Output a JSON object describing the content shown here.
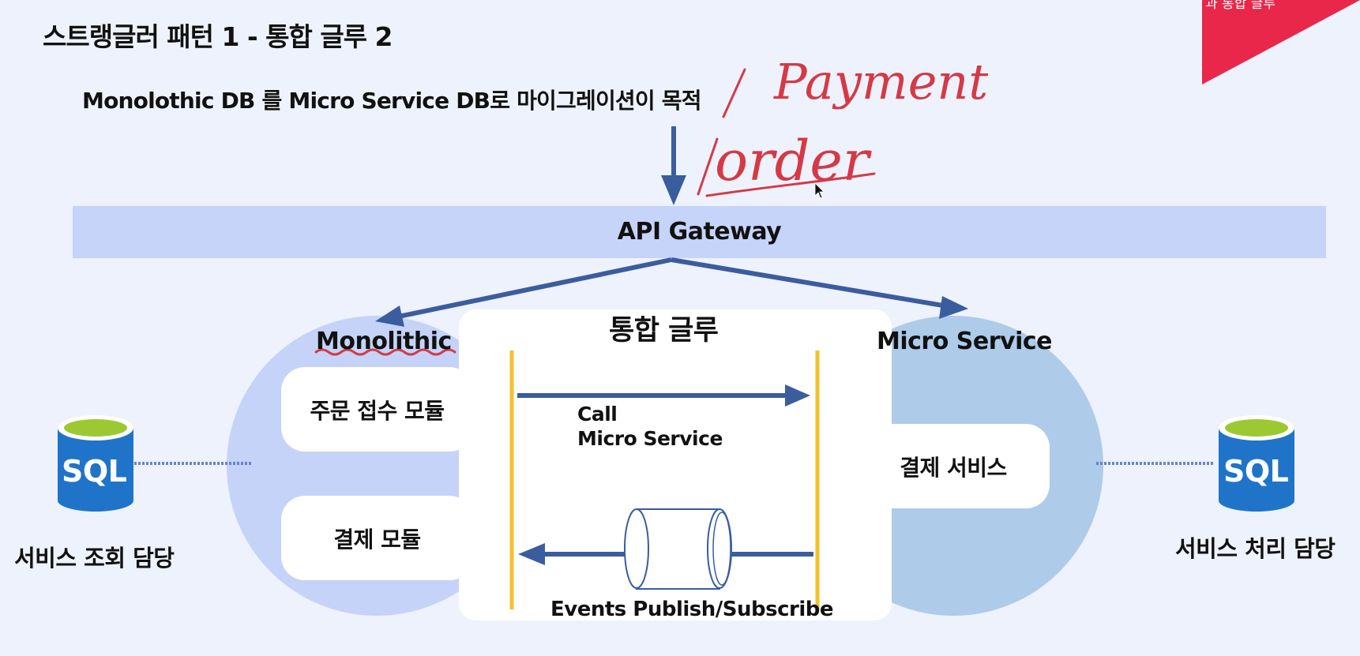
{
  "slide": {
    "title": "스트랭글러 패턴 1 - 통합 글루 2",
    "subtitle": "Monolothic DB 를 Micro Service DB로 마이그레이션이 목적",
    "corner_badge": "과 통합 글루"
  },
  "handwriting": {
    "line1": "Payment",
    "line2": "order"
  },
  "gateway": {
    "label": "API Gateway"
  },
  "integration_glue": {
    "title": "통합 글루",
    "call_label_line1": "Call",
    "call_label_line2": "Micro Service",
    "events_label": "Events Publish/Subscribe"
  },
  "monolithic": {
    "title": "Monolithic",
    "modules": [
      "주문 접수 모듈",
      "결제 모듈"
    ]
  },
  "micro_service": {
    "title": "Micro Service",
    "modules": [
      "결제 서비스"
    ]
  },
  "databases": [
    {
      "icon_text": "SQL",
      "caption": "서비스 조회 담당"
    },
    {
      "icon_text": "SQL",
      "caption": "서비스 처리 담당"
    }
  ],
  "colors": {
    "arrow": "#3a5d9e",
    "glue_line": "#f2c12e",
    "ink": "#d43a46",
    "badge": "#e8274a",
    "sql_blue": "#1f74c9",
    "sql_green": "#9cc932"
  }
}
